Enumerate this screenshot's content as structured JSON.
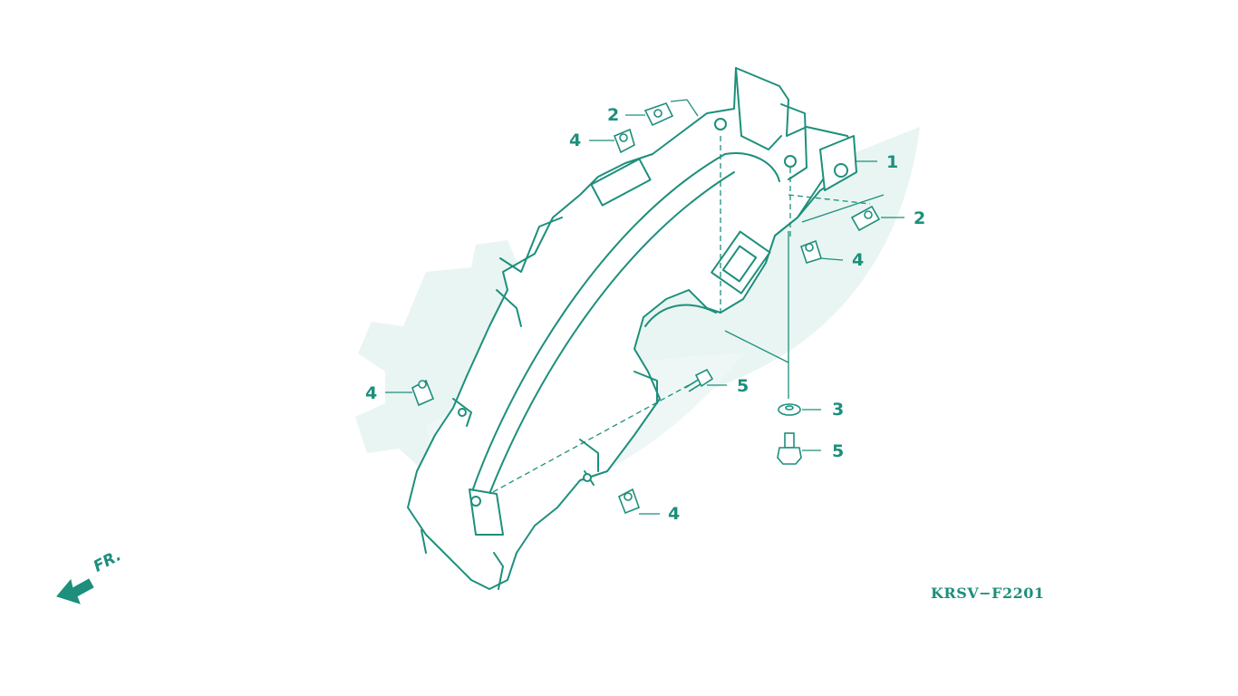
{
  "diagram_code": "KRSV−F2201",
  "front_indicator": {
    "label": "FR.",
    "icon": "front-arrow-icon"
  },
  "colors": {
    "line": "#1d8f7c",
    "watermark": "#e8f4f1"
  },
  "callouts": [
    {
      "id": "c-1",
      "label": "1"
    },
    {
      "id": "c-2a",
      "label": "2"
    },
    {
      "id": "c-2b",
      "label": "2"
    },
    {
      "id": "c-3",
      "label": "3"
    },
    {
      "id": "c-4a",
      "label": "4"
    },
    {
      "id": "c-4b",
      "label": "4"
    },
    {
      "id": "c-4c",
      "label": "4"
    },
    {
      "id": "c-4d",
      "label": "4"
    },
    {
      "id": "c-5a",
      "label": "5"
    },
    {
      "id": "c-5b",
      "label": "5"
    }
  ]
}
